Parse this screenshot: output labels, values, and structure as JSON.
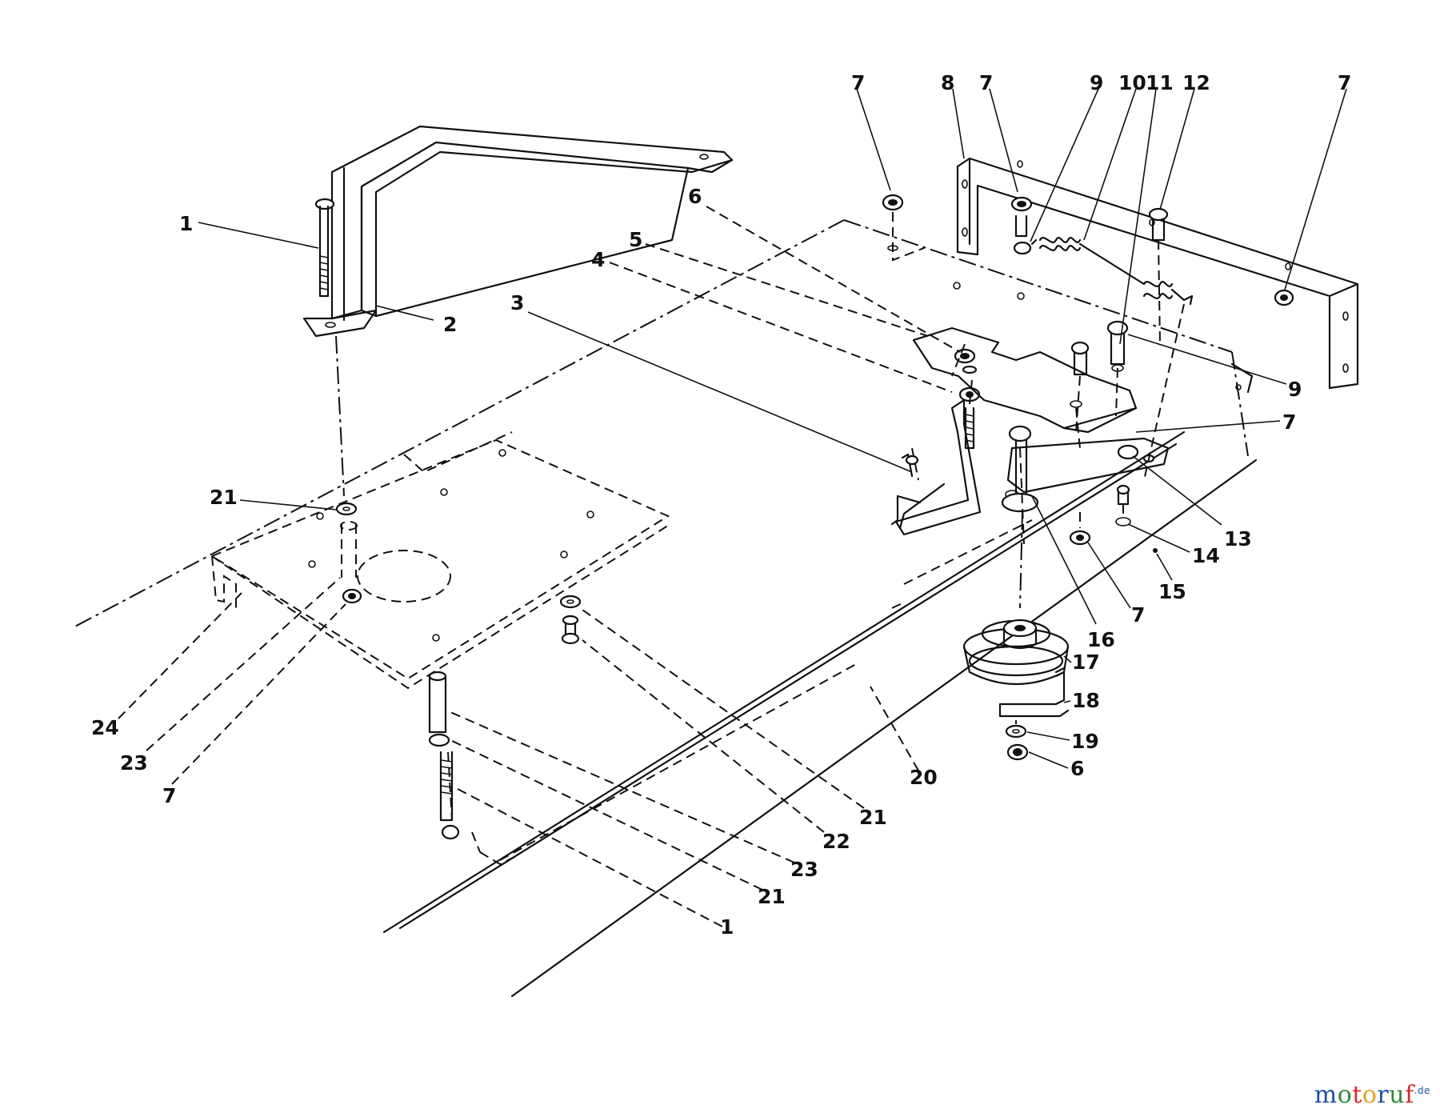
{
  "watermark": {
    "text_main": "motoruf",
    "text_suffix": ".de",
    "colors": [
      "#1f4fa5",
      "#2e8c3a",
      "#d32a2a",
      "#e0a41b",
      "#1f4fa5",
      "#2e8c3a",
      "#d32a2a"
    ]
  },
  "callouts": [
    {
      "id": "c1a",
      "label": "1"
    },
    {
      "id": "c2",
      "label": "2"
    },
    {
      "id": "c3",
      "label": "3"
    },
    {
      "id": "c4",
      "label": "4"
    },
    {
      "id": "c5",
      "label": "5"
    },
    {
      "id": "c6a",
      "label": "6"
    },
    {
      "id": "c7a",
      "label": "7"
    },
    {
      "id": "c8",
      "label": "8"
    },
    {
      "id": "c7b",
      "label": "7"
    },
    {
      "id": "c9a",
      "label": "9"
    },
    {
      "id": "c10",
      "label": "10"
    },
    {
      "id": "c11",
      "label": "11"
    },
    {
      "id": "c12",
      "label": "12"
    },
    {
      "id": "c7c",
      "label": "7"
    },
    {
      "id": "c9b",
      "label": "9"
    },
    {
      "id": "c7d",
      "label": "7"
    },
    {
      "id": "c13",
      "label": "13"
    },
    {
      "id": "c14",
      "label": "14"
    },
    {
      "id": "c15",
      "label": "15"
    },
    {
      "id": "c7e",
      "label": "7"
    },
    {
      "id": "c16",
      "label": "16"
    },
    {
      "id": "c17",
      "label": "17"
    },
    {
      "id": "c18",
      "label": "18"
    },
    {
      "id": "c19",
      "label": "19"
    },
    {
      "id": "c6b",
      "label": "6"
    },
    {
      "id": "c20",
      "label": "20"
    },
    {
      "id": "c21a",
      "label": "21"
    },
    {
      "id": "c24",
      "label": "24"
    },
    {
      "id": "c23a",
      "label": "23"
    },
    {
      "id": "c7f",
      "label": "7"
    },
    {
      "id": "c21b",
      "label": "21"
    },
    {
      "id": "c22",
      "label": "22"
    },
    {
      "id": "c23b",
      "label": "23"
    },
    {
      "id": "c21c",
      "label": "21"
    },
    {
      "id": "c1b",
      "label": "1"
    }
  ]
}
